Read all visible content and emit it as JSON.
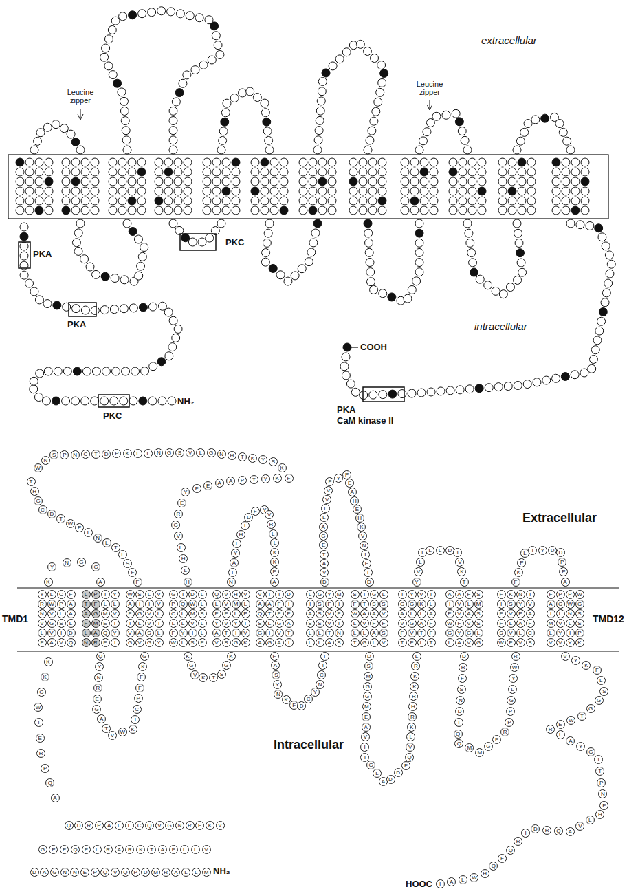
{
  "diagram": {
    "labels": [
      "extracellular",
      "Leucine zipper",
      "Leucine zipper",
      "PKA",
      "PKA",
      "PKC",
      "PKC",
      "COOH",
      "intracellular",
      "PKA",
      "CaM kinase II",
      "NH₂",
      "Extracellular",
      "TMD1",
      "TMD12",
      "Intracellular",
      "NH₂",
      "HOOC",
      "DAGNNEPQVQPDMRALLM",
      "GPEQPLRARKTAELLV",
      "QDRPALLCQVGNREKV",
      "KKGWTERPQA",
      "KYNGGA",
      "FFSLTLNLPWTDCGHT",
      "WNSPNCTDPKLLNGSVLGNHTKYSK",
      "FKYTPAAEFYERGVLHLH",
      "QYNREGATVWKICPFFKG",
      "KGVKTSGK",
      "NIAYLHIDFYVRLLKKEA",
      "FASYNKFDCYNCII",
      "DVATEGALLVVFYPEAHEHKVNIEID",
      "DSMGGMEAVITGLADDFQVLKRHRKKRL",
      "YVLTLLDTVKT",
      "DRFSNDIQQMMGFRPPGLYWR",
      "FKPLTYDDPPA",
      "VYKFLSGGTWERLAYGITPNEHLVAQRDIRQFQHWLAI",
      "YLCFRWPANVLAVGSLLVIDFAVQ",
      "LPIYTFLLAGMVFMETLAQYNREI",
      "WSLVAIIVFGVLILVIVASLGVGY",
      "GIDLPQWLCLMSLLVLFYILWLSF",
      "QVHVLVMLFFLPYVYTATIVVSGK",
      "VTIDAAFIQTFFSLGAGIVTAGAI",
      "LGYMISFIASVFSSVTLLTNLLAS",
      "SIGLFTSSWAAVLVFFLLASTGLV",
      "IYVTGGKLALLAVGAFFVTFTFLT",
      "AAFSIVLMEVASWFVSGYGLLAVG",
      "FKNIISYVFVPAFLAFSVLCWFVS",
      "FPPWAGWGILNSMVLSLYIPVVYK"
    ]
  }
}
